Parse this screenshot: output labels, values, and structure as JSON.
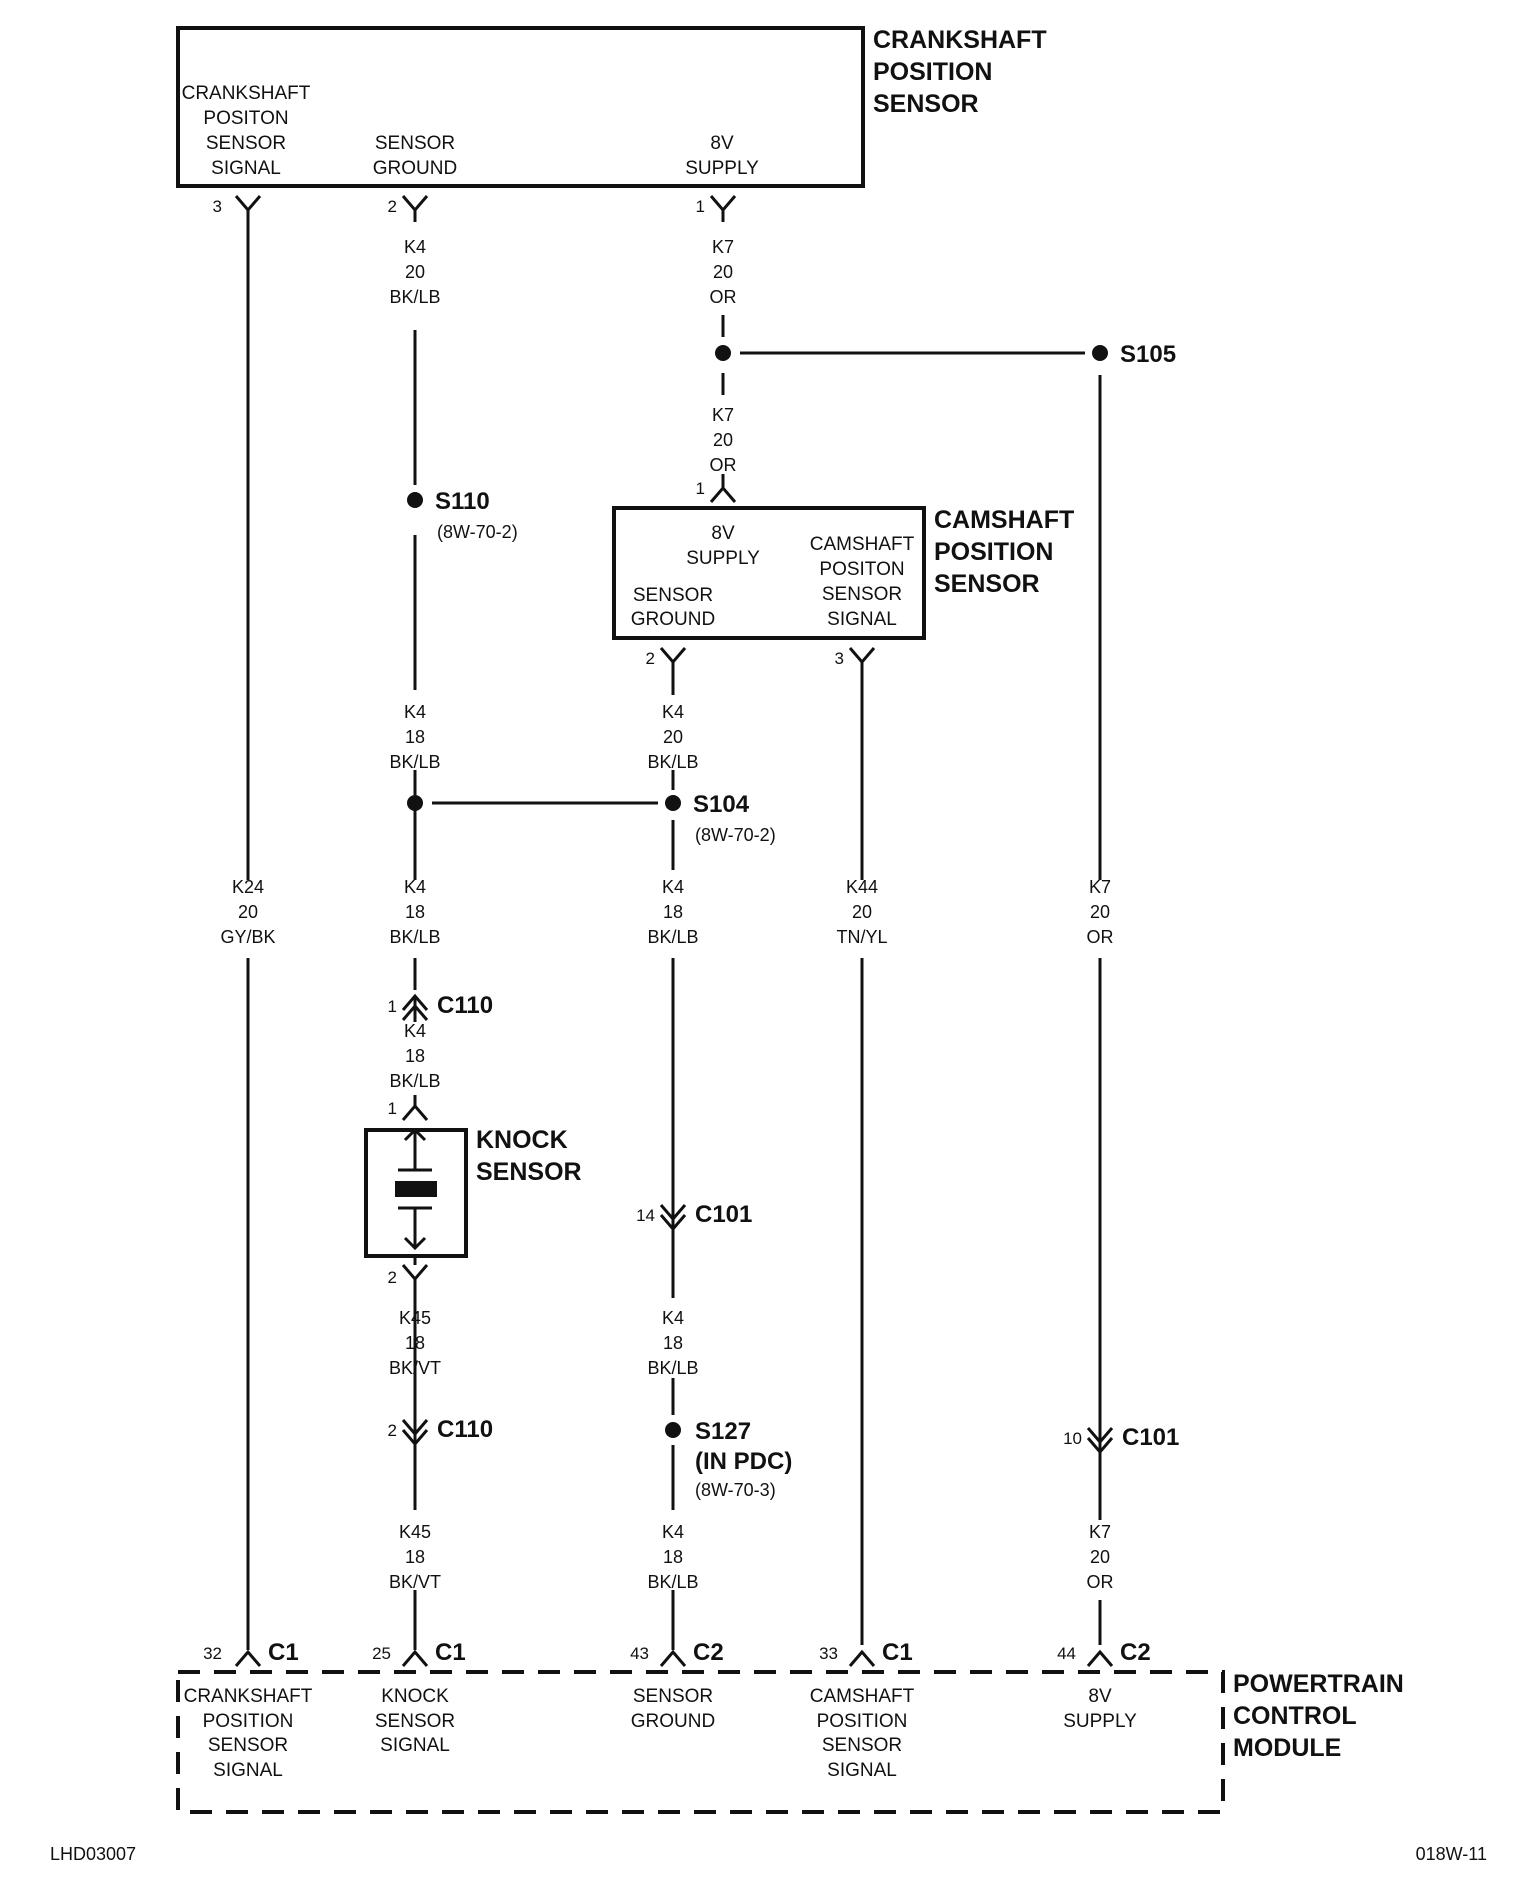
{
  "components": {
    "crankshaft_sensor": {
      "title": [
        "CRANKSHAFT",
        "POSITION",
        "SENSOR"
      ],
      "pins": {
        "signal": [
          "CRANKSHAFT",
          "POSITON",
          "SENSOR",
          "SIGNAL"
        ],
        "ground": [
          "SENSOR",
          "GROUND"
        ],
        "supply": [
          "8V",
          "SUPPLY"
        ]
      },
      "pin_numbers": [
        "3",
        "2",
        "1"
      ]
    },
    "camshaft_sensor": {
      "title": [
        "CAMSHAFT",
        "POSITION",
        "SENSOR"
      ],
      "pins": {
        "supply": [
          "8V",
          "SUPPLY"
        ],
        "ground": [
          "SENSOR",
          "GROUND"
        ],
        "signal": [
          "CAMSHAFT",
          "POSITON",
          "SENSOR",
          "SIGNAL"
        ]
      },
      "pin_numbers": {
        "supply": "1",
        "ground": "2",
        "signal": "3"
      }
    },
    "knock_sensor": {
      "title": [
        "KNOCK",
        "SENSOR"
      ],
      "pin_numbers": {
        "top": "1",
        "bottom": "2"
      }
    },
    "pcm": {
      "title": [
        "POWERTRAIN",
        "CONTROL",
        "MODULE"
      ],
      "pins": [
        {
          "num": "32",
          "conn": "C1",
          "label": [
            "CRANKSHAFT",
            "POSITION",
            "SENSOR",
            "SIGNAL"
          ]
        },
        {
          "num": "25",
          "conn": "C1",
          "label": [
            "KNOCK",
            "SENSOR",
            "SIGNAL"
          ]
        },
        {
          "num": "43",
          "conn": "C2",
          "label": [
            "SENSOR",
            "GROUND"
          ]
        },
        {
          "num": "33",
          "conn": "C1",
          "label": [
            "CAMSHAFT",
            "POSITION",
            "SENSOR",
            "SIGNAL"
          ]
        },
        {
          "num": "44",
          "conn": "C2",
          "label": [
            "8V",
            "SUPPLY"
          ]
        }
      ]
    }
  },
  "wires": {
    "k4_crank": [
      "K4",
      "20",
      "BK/LB"
    ],
    "k7_crank": [
      "K7",
      "20",
      "OR"
    ],
    "k7_cam": [
      "K7",
      "20",
      "OR"
    ],
    "k4_s110": [
      "K4",
      "18",
      "BK/LB"
    ],
    "k4_cam": [
      "K4",
      "20",
      "BK/LB"
    ],
    "k24": [
      "K24",
      "20",
      "GY/BK"
    ],
    "k4_mid_left": [
      "K4",
      "18",
      "BK/LB"
    ],
    "k4_mid_center": [
      "K4",
      "18",
      "BK/LB"
    ],
    "k44": [
      "K44",
      "20",
      "TN/YL"
    ],
    "k7_right": [
      "K7",
      "20",
      "OR"
    ],
    "k4_c110": [
      "K4",
      "18",
      "BK/LB"
    ],
    "k45_upper": [
      "K45",
      "18",
      "BK/VT"
    ],
    "k4_c101": [
      "K4",
      "18",
      "BK/LB"
    ],
    "k45_lower": [
      "K45",
      "18",
      "BK/VT"
    ],
    "k4_s127": [
      "K4",
      "18",
      "BK/LB"
    ],
    "k7_c101": [
      "K7",
      "20",
      "OR"
    ]
  },
  "splices": {
    "s105": {
      "name": "S105"
    },
    "s110": {
      "name": "S110",
      "ref": "(8W-70-2)"
    },
    "s104": {
      "name": "S104",
      "ref": "(8W-70-2)"
    },
    "s127": {
      "name": "S127",
      "sub": "(IN PDC)",
      "ref": "(8W-70-3)"
    }
  },
  "connectors": {
    "c110_top": {
      "name": "C110",
      "pin": "1"
    },
    "c110_bottom": {
      "name": "C110",
      "pin": "2"
    },
    "c101_center": {
      "name": "C101",
      "pin": "14"
    },
    "c101_right": {
      "name": "C101",
      "pin": "10"
    }
  },
  "footer": {
    "left": "LHD03007",
    "right": "018W-11"
  }
}
